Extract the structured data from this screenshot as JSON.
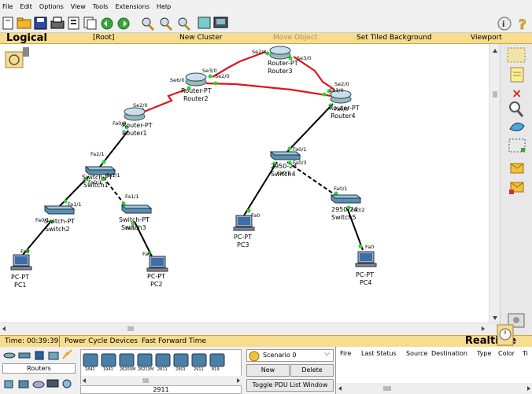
{
  "menu": [
    "File",
    "Edit",
    "Options",
    "View",
    "Tools",
    "Extensions",
    "Help"
  ],
  "logbar": {
    "logical": "Logical",
    "root": "[Root]",
    "new_cluster": "New Cluster",
    "move_object": "Move Object",
    "tiled_bg": "Set Tiled Background",
    "viewport": "Viewport"
  },
  "devices": {
    "router1": "Router1",
    "router1_type": "Router-PT",
    "router2": "Router2",
    "router2_type": "Router-PT",
    "router3": "Router3",
    "router3_type": "Router-PT",
    "router4": "Router4",
    "router4_type": "Router-PT",
    "switch1": "Switch1",
    "switch1_type": "Switch-PT",
    "switch2": "Switch2",
    "switch2_type": "Switch-PT",
    "switch3": "Switch3",
    "switch3_type": "Switch-PT",
    "switch4": "Switch4",
    "switch4_type": "2950-24",
    "switch5": "Switch5",
    "switch5_type": "2950-24",
    "pc1": "PC1",
    "pc1_type": "PC-PT",
    "pc2": "PC2",
    "pc2_type": "PC-PT",
    "pc3": "PC3",
    "pc3_type": "PC-PT",
    "pc4": "PC4",
    "pc4_type": "PC-PT"
  },
  "ports": {
    "r3_se20": "Se2/0",
    "r3_se30": "Se3/0",
    "r2_se30": "Se3/0",
    "r2_se20": "Se2/0",
    "r2_se60": "Se6/0",
    "r4_se20": "Se2/0",
    "r4_se30": "Se3/0",
    "r4_fa00": "Fa0/0",
    "r1_se20": "Se2/0",
    "r1_fa00": "Fa0/0",
    "s1_fa21": "Fa2/1",
    "s1_fa11": "Fa1/1",
    "s1_fa01": "Fa0/1",
    "s2_fa11": "Fa1/1",
    "s2_fa01": "Fa0/1",
    "s3_fa11": "Fa1/1",
    "s3_fa01": "Fa0/1",
    "s4_fa01": "Fa0/1",
    "s4_fa03": "Fa0/3",
    "s4_fa02": "Fa0/2",
    "s5_fa01": "Fa0/1",
    "s5_fa02": "Fa0/2",
    "pc1_fa0": "Fa0",
    "pc2_fa0": "Fa0",
    "pc3_fa0": "Fa0",
    "pc4_fa0": "Fa0"
  },
  "status": {
    "time": "Time: 00:39:39",
    "power_cycle": "Power Cycle Devices",
    "fast_forward": "Fast Forward Time",
    "realtime": "Realtime"
  },
  "device_panel": {
    "category": "Routers",
    "models": [
      "1841",
      "1941",
      "2620XM",
      "2621XM",
      "2811",
      "2901",
      "2911",
      "819"
    ],
    "selected_model": "2911"
  },
  "scenario": {
    "selected": "Scenario 0",
    "new": "New",
    "delete": "Delete",
    "toggle": "Toggle PDU List Window"
  },
  "pdu_table": {
    "columns": [
      "Fire",
      "Last Status",
      "Source",
      "Destination",
      "Type",
      "Color",
      "Ti"
    ]
  },
  "colors": {
    "serial_link": "#e0141b",
    "ethernet_link": "#000000",
    "link_up": "#2bd62b",
    "header_bar": "#f6dc8c"
  }
}
